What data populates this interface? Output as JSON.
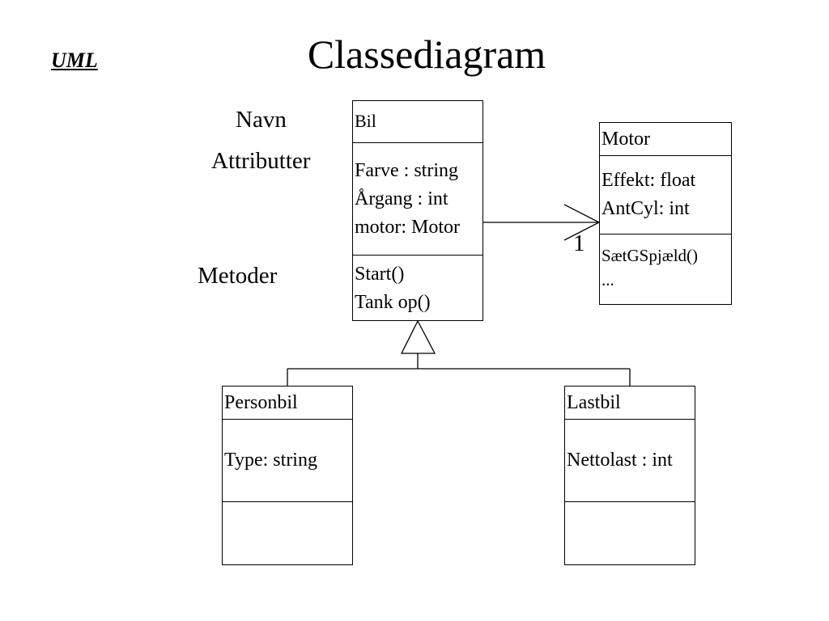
{
  "slide": {
    "tag": "UML",
    "title": "Classediagram"
  },
  "legend": {
    "name": "Navn",
    "attributes": "Attributter",
    "methods": "Metoder"
  },
  "classes": {
    "bil": {
      "name": "Bil",
      "attributes": [
        "Farve : string",
        "Årgang : int",
        "motor: Motor"
      ],
      "methods": [
        "Start()",
        "Tank op()"
      ]
    },
    "motor": {
      "name": "Motor",
      "attributes": [
        "Effekt: float",
        "AntCyl: int"
      ],
      "methods": [
        "SætGSpjæld()",
        "..."
      ]
    },
    "personbil": {
      "name": "Personbil",
      "attributes": [
        "Type: string"
      ],
      "methods": []
    },
    "lastbil": {
      "name": "Lastbil",
      "attributes": [
        "Nettolast : int"
      ],
      "methods": []
    }
  },
  "relations": {
    "association_multiplicity": "1"
  }
}
